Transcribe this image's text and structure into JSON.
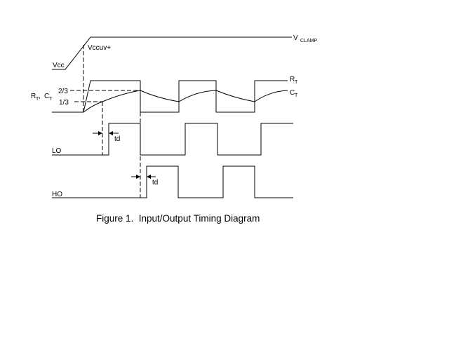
{
  "figure": {
    "caption": "Figure 1.  Input/Output Timing Diagram"
  },
  "signals": {
    "vcc": {
      "label": "Vcc"
    },
    "vclamp": {
      "label": "V",
      "sub": "CLAMP"
    },
    "vccuv": {
      "label": "Vccuv+"
    },
    "rt_ct": {
      "label_r": "R",
      "sub_r": "T",
      "sep": " ,",
      "label_c": "C",
      "sub_c": "T"
    },
    "threshold_high": {
      "label": "2/3"
    },
    "threshold_low": {
      "label": "1/3"
    },
    "rt": {
      "label": "R",
      "sub": "T"
    },
    "ct": {
      "label": "C",
      "sub": "T"
    },
    "lo": {
      "label": "LO"
    },
    "ho": {
      "label": "HO"
    },
    "td_lo": {
      "label": "td"
    },
    "td_ho": {
      "label": "td"
    }
  }
}
